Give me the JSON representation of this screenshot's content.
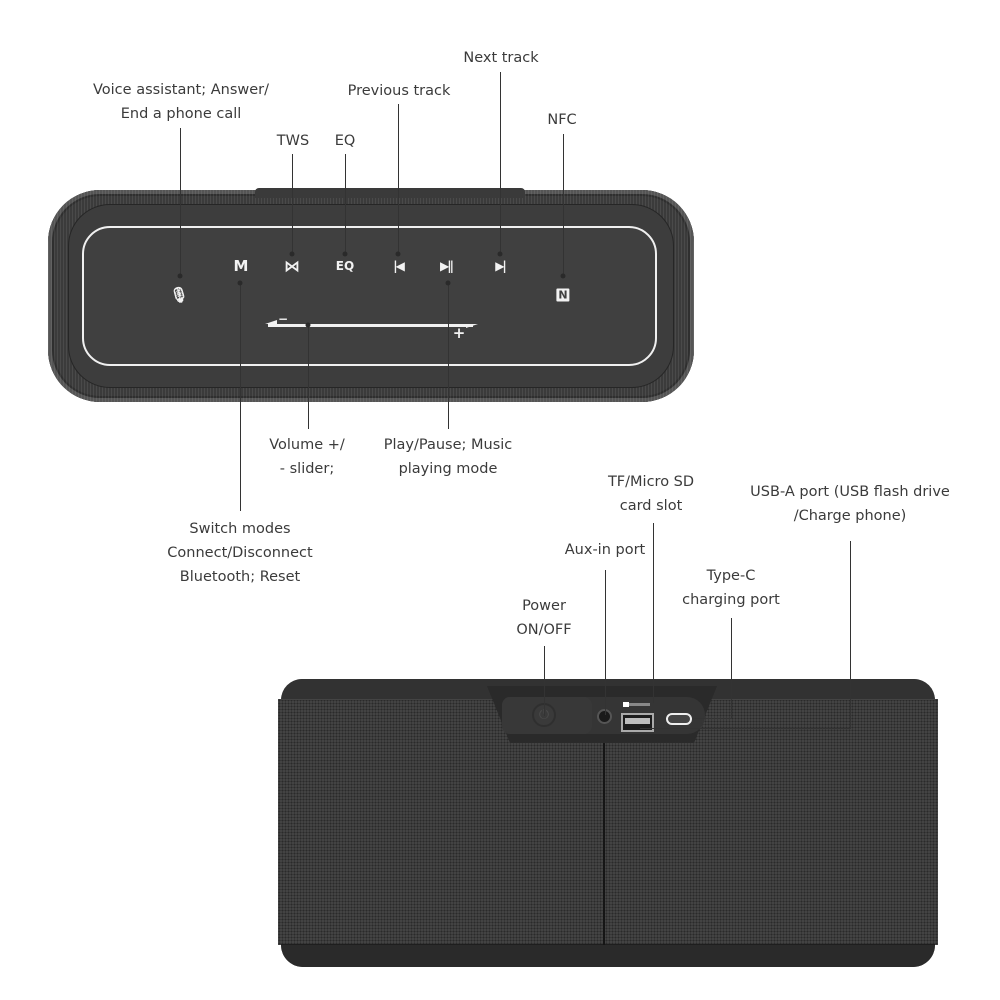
{
  "top_view": {
    "labels": {
      "voice": [
        "Voice assistant; Answer/",
        "End a phone call"
      ],
      "tws": "TWS",
      "eq": "EQ",
      "previous": "Previous track",
      "next": "Next track",
      "nfc": "NFC",
      "volume": [
        "Volume +/",
        "- slider;"
      ],
      "play": [
        "Play/Pause; Music",
        "playing mode"
      ],
      "mode": [
        "Switch modes",
        "Connect/Disconnect",
        "Bluetooth; Reset"
      ]
    },
    "buttons": {
      "mic": "🎙",
      "mode": "M",
      "tws": "⋈",
      "eq": "EQ",
      "prev": "|◀",
      "play_pause": "▶||",
      "next": "▶|",
      "nfc": "N",
      "vol_minus": "−",
      "vol_plus": "+"
    }
  },
  "rear_view": {
    "labels": {
      "power": [
        "Power",
        "ON/OFF"
      ],
      "aux": "Aux-in port",
      "tf": [
        "TF/Micro SD",
        "card slot"
      ],
      "typec": [
        "Type-C",
        "charging port"
      ],
      "usba": [
        "USB-A port (USB flash drive",
        "/Charge phone)"
      ]
    },
    "power_glyph": "⏻"
  },
  "colors": {
    "speaker_body": "#3b3b3b",
    "panel_outline": "#f0f0f0",
    "leader_line": "#333333",
    "label_text": "#3b3b3b"
  }
}
